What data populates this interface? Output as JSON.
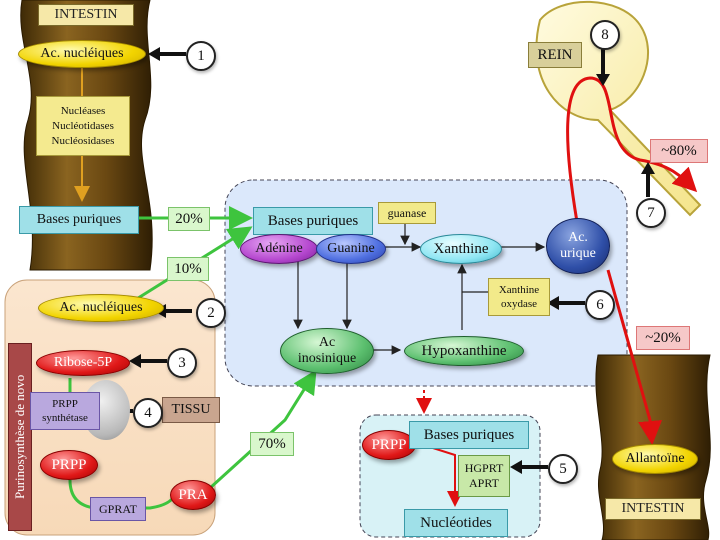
{
  "intestin_top": {
    "label": "INTESTIN",
    "nucleic": "Ac. nucléiques",
    "enzymes": "Nucléases\nNucléotidases\nNucléosidases",
    "bases": "Bases puriques"
  },
  "intestin_bottom": {
    "label": "INTESTIN",
    "allantoine": "Allantoïne"
  },
  "tissue": {
    "side_label": "Purinosynthèse de novo",
    "label": "TISSU",
    "nucleic": "Ac. nucléiques",
    "ribose": "Ribose-5P",
    "prpp_synth": "PRPP\nsynthétase",
    "prpp": "PRPP",
    "gprat": "GPRAT",
    "pra": "PRA"
  },
  "liver": {
    "bases": "Bases puriques",
    "adenine": "Adénine",
    "guanine": "Guanine",
    "guanase": "guanase",
    "xanthine": "Xanthine",
    "xo": "Xanthine\noxydase",
    "uric": "Ac.\nurique",
    "inosinic": "Ac\ninosinique",
    "hypoxanthine": "Hypoxanthine"
  },
  "salvage": {
    "prpp": "PRPP",
    "bases": "Bases puriques",
    "enzymes": "HGPRT\nAPRT",
    "nucleotides": "Nucléotides"
  },
  "kidney": {
    "label": "REIN",
    "pct": "~80%"
  },
  "percents": {
    "p20": "20%",
    "p10": "10%",
    "p70": "70%",
    "m20": "~20%"
  },
  "numbers": [
    "1",
    "2",
    "3",
    "4",
    "5",
    "6",
    "7",
    "8"
  ],
  "colors": {
    "green_arrow": "#3ec43e",
    "red_arrow": "#e01010",
    "intestine_brown": "#6b4a12"
  }
}
